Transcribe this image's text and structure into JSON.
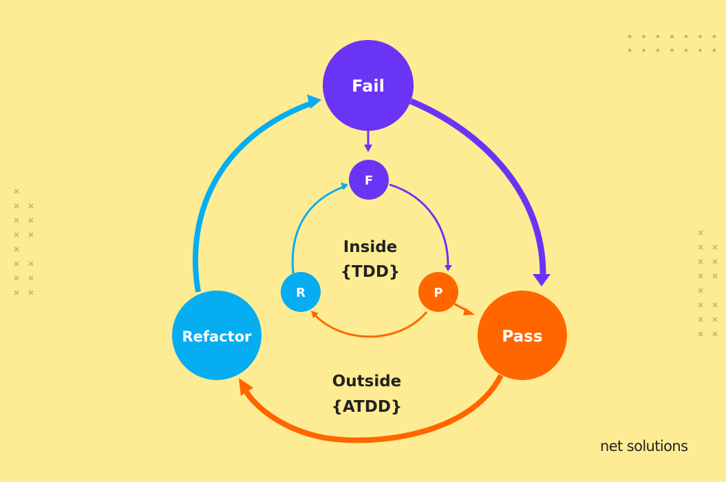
{
  "nodes": {
    "fail": "Fail",
    "pass": "Pass",
    "refactor": "Refactor",
    "inner_f": "F",
    "inner_p": "P",
    "inner_r": "R"
  },
  "inside_label": {
    "line1": "Inside",
    "line2": "{TDD}"
  },
  "outside_label": {
    "line1": "Outside",
    "line2": "{ATDD}"
  },
  "brand": "net solutions",
  "colors": {
    "background": "#FDEC93",
    "purple": "#6A34F5",
    "orange": "#FF6600",
    "blue": "#06ADF1",
    "dots": "#C9BA55",
    "text": "#222222"
  }
}
